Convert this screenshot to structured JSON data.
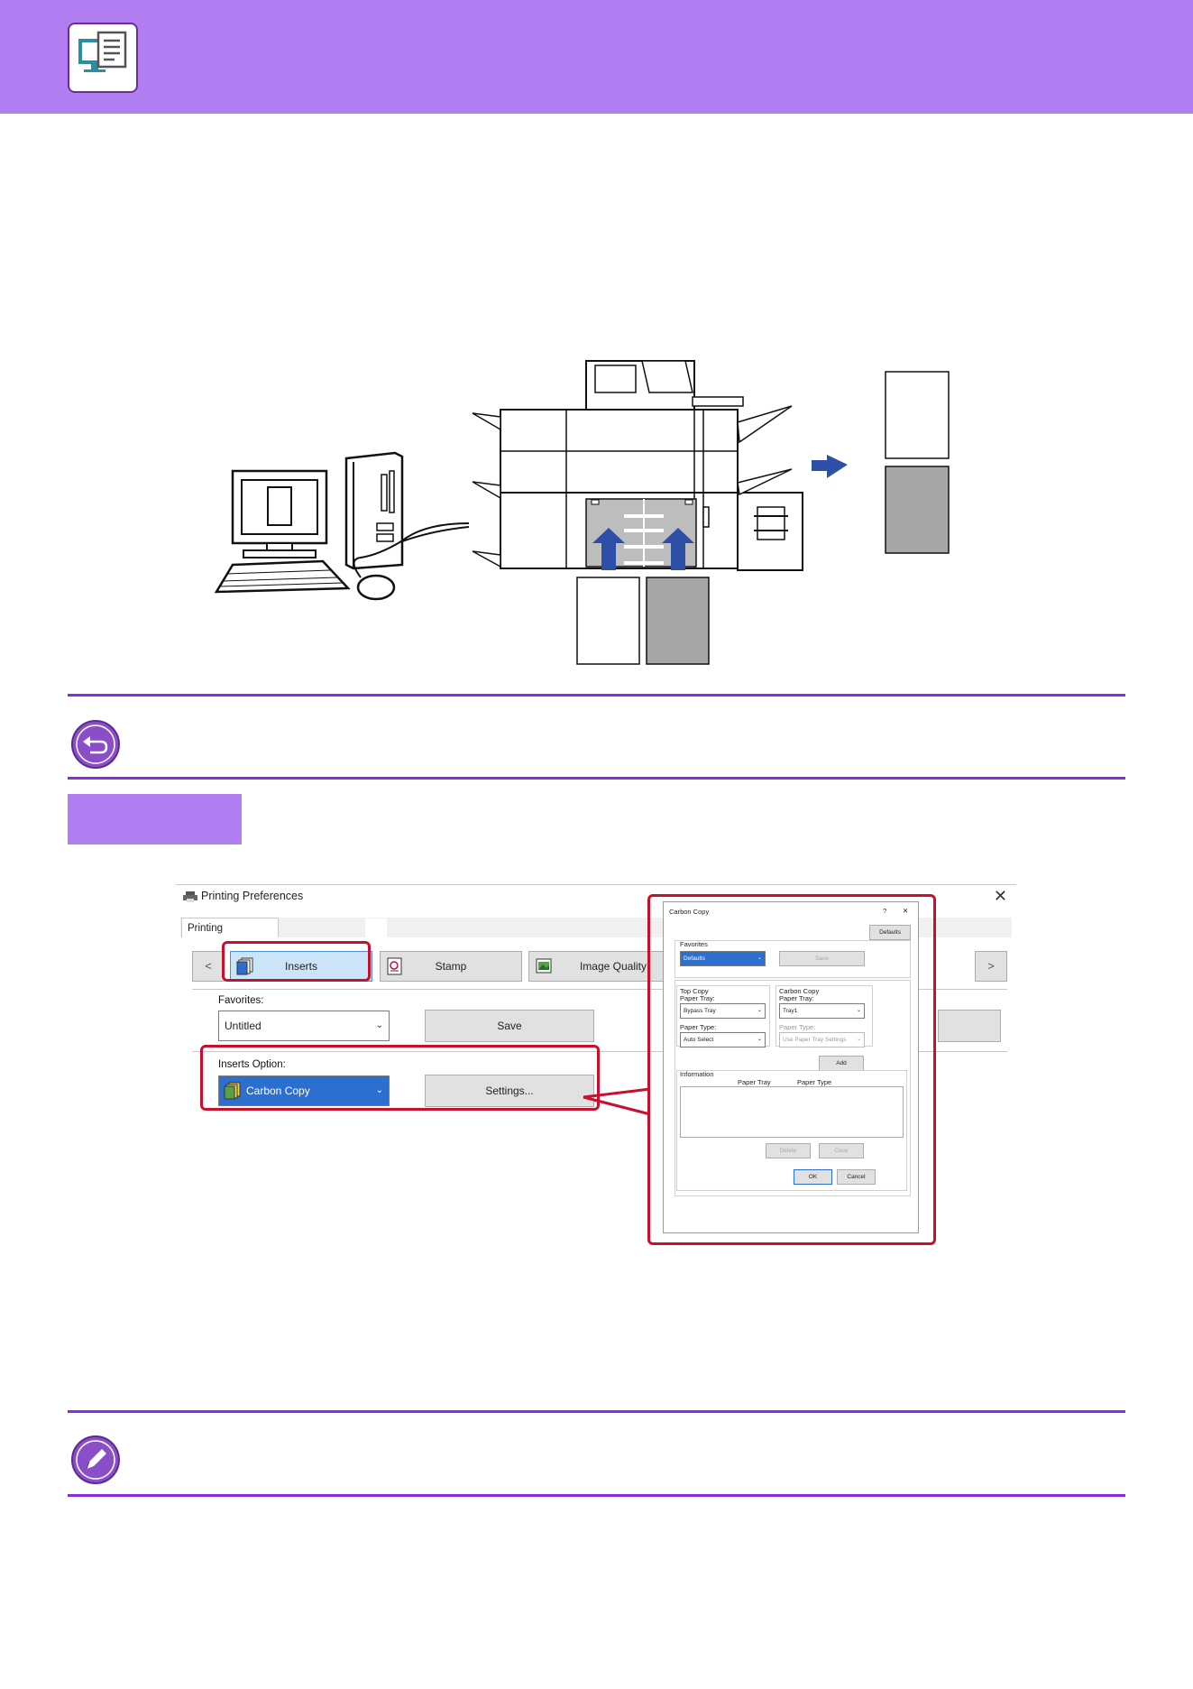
{
  "header": {
    "icon": "print-document-icon"
  },
  "illustration": {
    "icons": [
      "desktop-computer-icon",
      "keyboard-icon",
      "mouse-icon",
      "mfp-printer-icon",
      "arrow-right-icon",
      "arrow-up-icon"
    ]
  },
  "notes": {
    "reference_icon": "return-reference-icon",
    "memo_icon": "pencil-memo-icon"
  },
  "dialog": {
    "title": "Printing Preferences",
    "tab": "Printing Preferences",
    "nav_prev": "<",
    "nav_next": ">",
    "feature_buttons": [
      {
        "label": "Inserts",
        "icon": "inserts-icon"
      },
      {
        "label": "Stamp",
        "icon": "stamp-icon"
      },
      {
        "label": "Image Quality",
        "icon": "image-quality-icon"
      }
    ],
    "favorites_label": "Favorites:",
    "favorites_value": "Untitled",
    "save_label": "Save",
    "inserts_option_label": "Inserts Option:",
    "inserts_option_value": "Carbon Copy",
    "settings_label": "Settings..."
  },
  "carbon_copy": {
    "title": "Carbon Copy",
    "help": "?",
    "close": "✕",
    "defaults_button": "Defaults",
    "favorites_label": "Favorites",
    "favorites_value": "Defaults",
    "save_button": "Save",
    "top_copy_label": "Top Copy",
    "top_paper_tray_label": "Paper Tray:",
    "top_paper_tray_value": "Bypass Tray",
    "top_paper_type_label": "Paper Type:",
    "top_paper_type_value": "Auto Select",
    "carbon_copy_label": "Carbon Copy",
    "cc_paper_tray_label": "Paper Tray:",
    "cc_paper_tray_value": "Tray1",
    "cc_paper_type_label": "Paper Type:",
    "cc_paper_type_value": "Use Paper Tray Settings",
    "add_button": "Add",
    "information_label": "Information",
    "col_paper_tray": "Paper Tray",
    "col_paper_type": "Paper Type",
    "delete_button": "Delete",
    "clear_button": "Clear",
    "ok_button": "OK",
    "cancel_button": "Cancel"
  },
  "colors": {
    "header_purple": "#b07ef0",
    "rule_purple": "#8a2be2",
    "highlight_red": "#c8102e",
    "arrow_blue": "#2e4fa8",
    "selection_blue": "#2d6fcf"
  }
}
